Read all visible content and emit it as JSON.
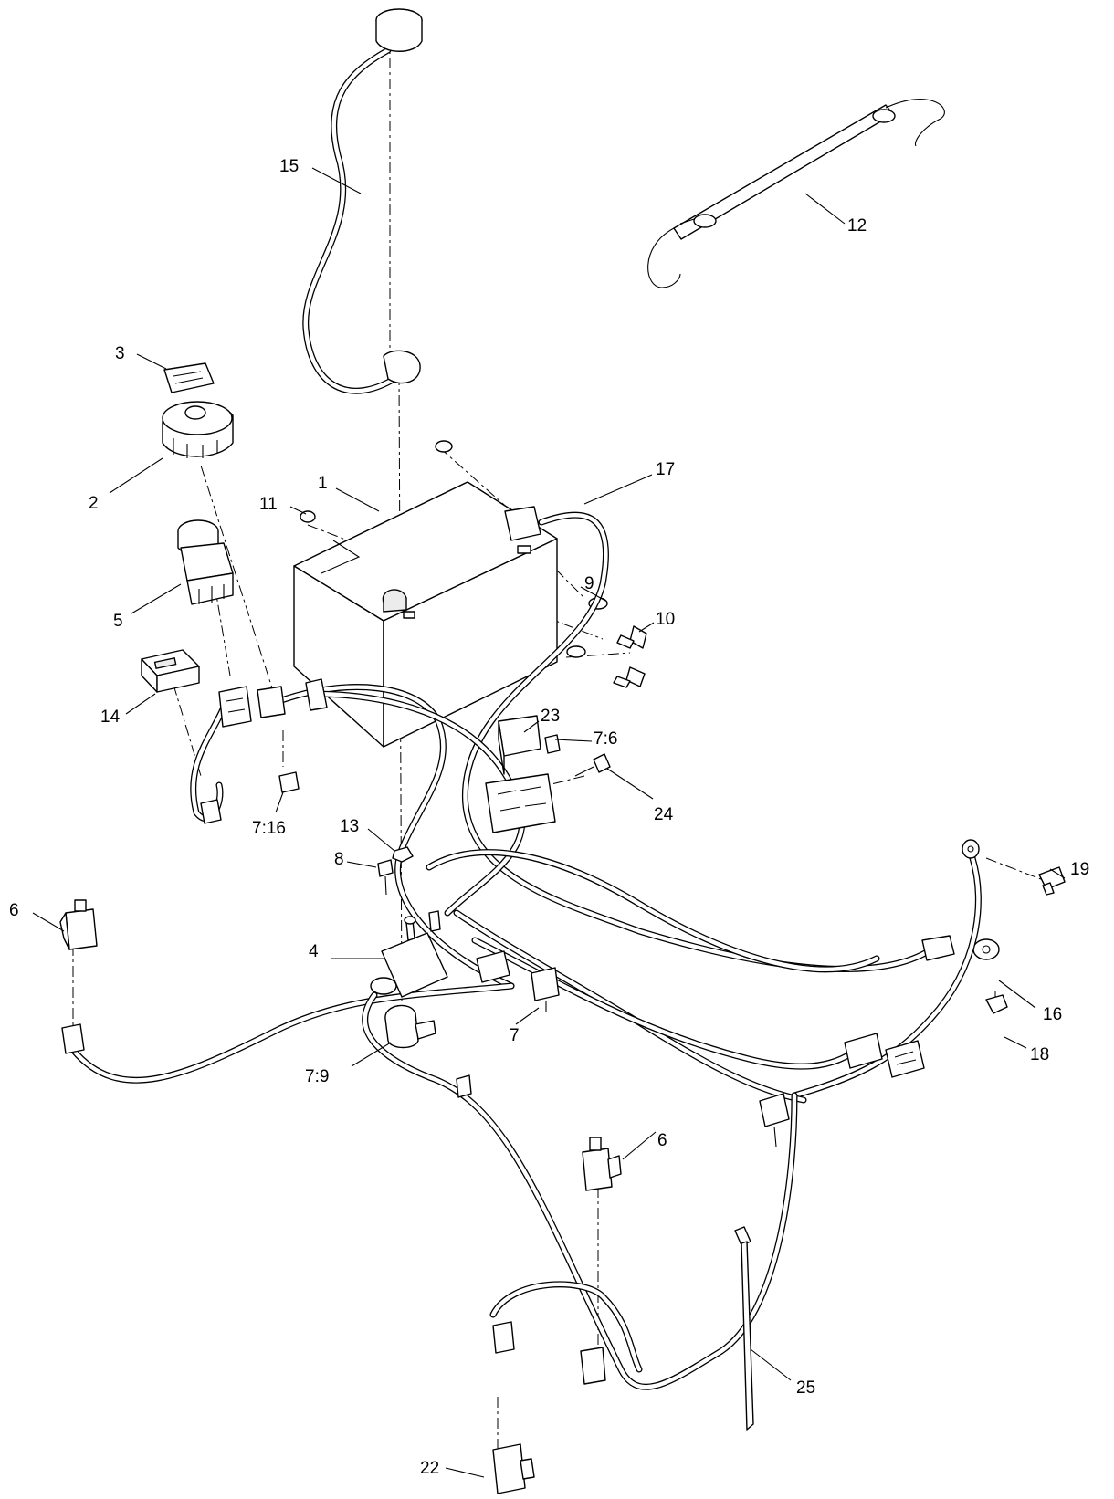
{
  "callouts": {
    "c1": "1",
    "c2": "2",
    "c3": "3",
    "c4": "4",
    "c5": "5",
    "c6a": "6",
    "c6b": "6",
    "c7": "7",
    "c7_6": "7:6",
    "c7_9": "7:9",
    "c7_16": "7:16",
    "c8": "8",
    "c9": "9",
    "c10": "10",
    "c11": "11",
    "c12": "12",
    "c13": "13",
    "c14": "14",
    "c15": "15",
    "c16": "16",
    "c17": "17",
    "c18": "18",
    "c19": "19",
    "c22": "22",
    "c23": "23",
    "c24": "24",
    "c25": "25"
  }
}
